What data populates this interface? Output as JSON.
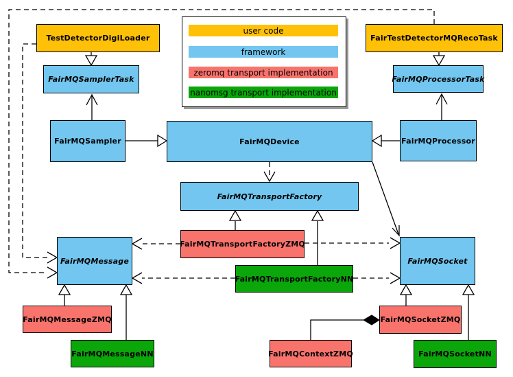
{
  "diagram": {
    "nodes": [
      {
        "id": "test-detector-digi-loader",
        "label": "TestDetectorDigiLoader",
        "category": "user",
        "abstract": false
      },
      {
        "id": "fair-test-detector-mq-reco-task",
        "label": "FairTestDetectorMQRecoTask",
        "category": "user",
        "abstract": false
      },
      {
        "id": "fairmq-sampler-task",
        "label": "FairMQSamplerTask",
        "category": "framework",
        "abstract": true
      },
      {
        "id": "fairmq-processor-task",
        "label": "FairMQProcessorTask",
        "category": "framework",
        "abstract": true
      },
      {
        "id": "fairmq-sampler",
        "label": "FairMQSampler",
        "category": "framework",
        "abstract": false
      },
      {
        "id": "fairmq-device",
        "label": "FairMQDevice",
        "category": "framework",
        "abstract": false
      },
      {
        "id": "fairmq-processor",
        "label": "FairMQProcessor",
        "category": "framework",
        "abstract": false
      },
      {
        "id": "fairmq-transport-factory",
        "label": "FairMQTransportFactory",
        "category": "framework",
        "abstract": true
      },
      {
        "id": "fairmq-transport-factory-zmq",
        "label": "FairMQTransportFactoryZMQ",
        "category": "zeromq",
        "abstract": false
      },
      {
        "id": "fairmq-message",
        "label": "FairMQMessage",
        "category": "framework",
        "abstract": true
      },
      {
        "id": "fairmq-transport-factory-nn",
        "label": "FairMQTransportFactoryNN",
        "category": "nanomsg",
        "abstract": false
      },
      {
        "id": "fairmq-socket",
        "label": "FairMQSocket",
        "category": "framework",
        "abstract": true
      },
      {
        "id": "fairmq-message-zmq",
        "label": "FairMQMessageZMQ",
        "category": "zeromq",
        "abstract": false
      },
      {
        "id": "fairmq-message-nn",
        "label": "FairMQMessageNN",
        "category": "nanomsg",
        "abstract": false
      },
      {
        "id": "fairmq-context-zmq",
        "label": "FairMQContextZMQ",
        "category": "zeromq",
        "abstract": false
      },
      {
        "id": "fairmq-socket-zmq",
        "label": "FairMQSocketZMQ",
        "category": "zeromq",
        "abstract": false
      },
      {
        "id": "fairmq-socket-nn",
        "label": "FairMQSocketNN",
        "category": "nanomsg",
        "abstract": false
      }
    ],
    "edges": [
      {
        "from": "TestDetectorDigiLoader",
        "to": "FairMQSamplerTask",
        "type": "inheritance"
      },
      {
        "from": "FairTestDetectorMQRecoTask",
        "to": "FairMQProcessorTask",
        "type": "inheritance"
      },
      {
        "from": "FairMQSampler",
        "to": "FairMQSamplerTask",
        "type": "association"
      },
      {
        "from": "FairMQProcessor",
        "to": "FairMQProcessorTask",
        "type": "association"
      },
      {
        "from": "FairMQSampler",
        "to": "FairMQDevice",
        "type": "inheritance"
      },
      {
        "from": "FairMQProcessor",
        "to": "FairMQDevice",
        "type": "inheritance"
      },
      {
        "from": "FairMQDevice",
        "to": "FairMQTransportFactory",
        "type": "dependency"
      },
      {
        "from": "FairMQDevice",
        "to": "FairMQSocket",
        "type": "association"
      },
      {
        "from": "TestDetectorDigiLoader",
        "to": "FairMQMessage",
        "type": "dependency"
      },
      {
        "from": "FairTestDetectorMQRecoTask",
        "to": "FairMQMessage",
        "type": "dependency"
      },
      {
        "from": "FairMQTransportFactoryZMQ",
        "to": "FairMQTransportFactory",
        "type": "inheritance"
      },
      {
        "from": "FairMQTransportFactoryNN",
        "to": "FairMQTransportFactory",
        "type": "inheritance"
      },
      {
        "from": "FairMQTransportFactoryZMQ",
        "to": "FairMQMessage",
        "type": "dependency"
      },
      {
        "from": "FairMQTransportFactoryZMQ",
        "to": "FairMQSocket",
        "type": "dependency"
      },
      {
        "from": "FairMQTransportFactoryNN",
        "to": "FairMQMessage",
        "type": "dependency"
      },
      {
        "from": "FairMQTransportFactoryNN",
        "to": "FairMQSocket",
        "type": "dependency"
      },
      {
        "from": "FairMQMessageZMQ",
        "to": "FairMQMessage",
        "type": "inheritance"
      },
      {
        "from": "FairMQMessageNN",
        "to": "FairMQMessage",
        "type": "inheritance"
      },
      {
        "from": "FairMQSocketZMQ",
        "to": "FairMQSocket",
        "type": "inheritance"
      },
      {
        "from": "FairMQSocketNN",
        "to": "FairMQSocket",
        "type": "inheritance"
      },
      {
        "from": "FairMQContextZMQ",
        "to": "FairMQSocketZMQ",
        "type": "composition"
      }
    ]
  },
  "legend": {
    "items": [
      {
        "label": "user code",
        "category": "user",
        "color": "#FFC107"
      },
      {
        "label": "framework",
        "category": "framework",
        "color": "#72C6EF"
      },
      {
        "label": "zeromq transport implementation",
        "category": "zeromq",
        "color": "#F9736D"
      },
      {
        "label": "nanomsg transport implementation",
        "category": "nanomsg",
        "color": "#0AA60A"
      }
    ]
  },
  "colors": {
    "user_code": "#FFC107",
    "framework": "#72C6EF",
    "zeromq": "#F9736D",
    "nanomsg": "#0AA60A",
    "line": "#000000",
    "background": "#FFFFFF",
    "legend_shadow": "#999999"
  }
}
